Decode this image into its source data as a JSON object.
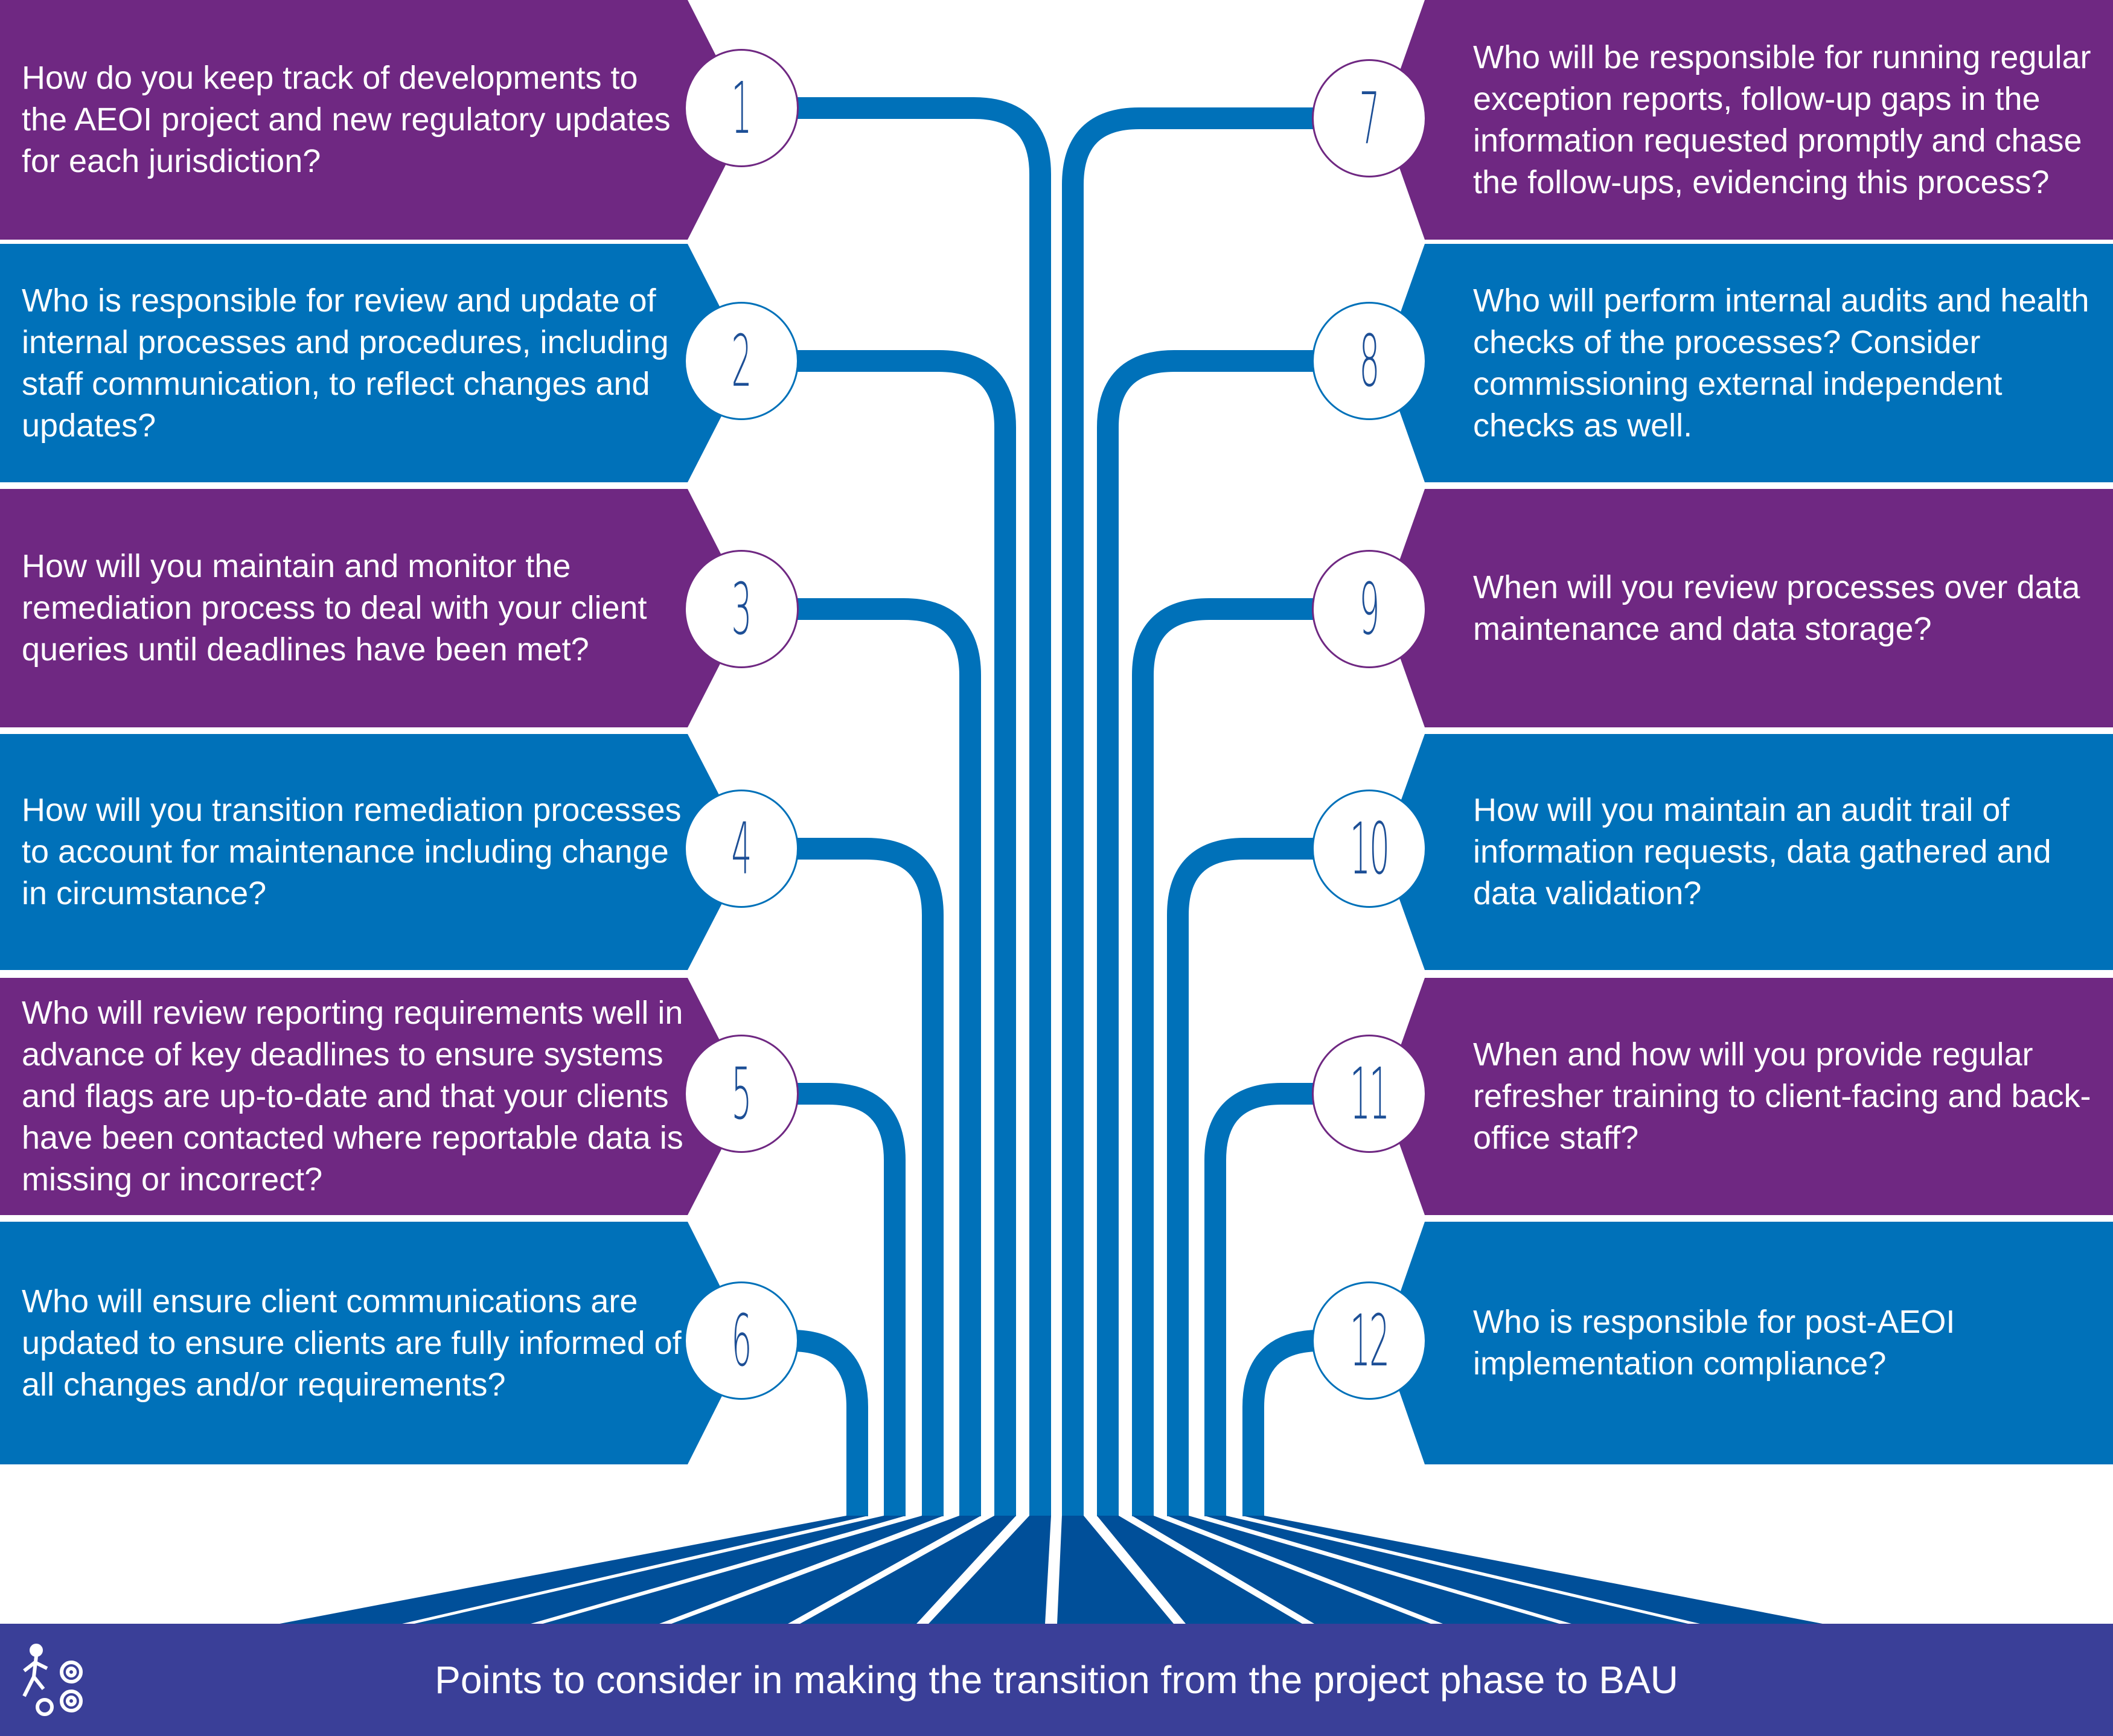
{
  "title": "Points to consider in making the transition from the project phase to BAU",
  "icon": "person-gears-icon",
  "colors": {
    "purple": "#6f2882",
    "blue": "#0071b9",
    "fan": "#004f99",
    "banner": "#3a3f98",
    "number": "#1d4f96"
  },
  "items": [
    {
      "number": "1",
      "color": "purple",
      "text": "How do you keep track of developments to the AEOI project and new regulatory updates for each jurisdiction?"
    },
    {
      "number": "2",
      "color": "blue",
      "text": "Who is responsible for review and update of internal processes and procedures, including staff communication, to reflect changes and updates?"
    },
    {
      "number": "3",
      "color": "purple",
      "text": "How will you maintain and monitor the remediation process to deal with your client queries until deadlines have been met?"
    },
    {
      "number": "4",
      "color": "blue",
      "text": "How will you transition remediation processes to account for maintenance including change in circumstance?"
    },
    {
      "number": "5",
      "color": "purple",
      "text": "Who will review reporting requirements well in advance of key deadlines to ensure systems and flags are up-to-date and that your clients have been contacted where reportable data is missing or incorrect?"
    },
    {
      "number": "6",
      "color": "blue",
      "text": "Who will ensure client communications are updated to ensure clients are fully informed of all changes and/or requirements?"
    },
    {
      "number": "7",
      "color": "purple",
      "text": "Who will be responsible for running regular exception reports, follow-up gaps in the information requested promptly and chase the follow-ups, evidencing this process?"
    },
    {
      "number": "8",
      "color": "blue",
      "text": "Who will perform internal audits and health checks of the processes? Consider commissioning external independent checks as well."
    },
    {
      "number": "9",
      "color": "purple",
      "text": "When will you review processes over data maintenance and data storage?"
    },
    {
      "number": "10",
      "color": "blue",
      "text": "How will you maintain an audit trail of information requests, data gathered and data validation?"
    },
    {
      "number": "11",
      "color": "purple",
      "text": "When and how will you provide regular refresher training to client-facing and back-office staff?"
    },
    {
      "number": "12",
      "color": "blue",
      "text": "Who is responsible for post-AEOI implementation compliance?"
    }
  ]
}
